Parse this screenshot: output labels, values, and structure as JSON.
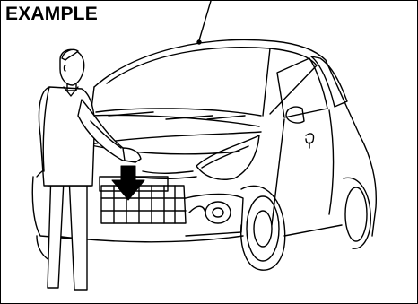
{
  "figure": {
    "label": "EXAMPLE"
  },
  "icons": [
    "pointer-line",
    "downward-arrow-icon",
    "car-illustration",
    "man-illustration"
  ]
}
